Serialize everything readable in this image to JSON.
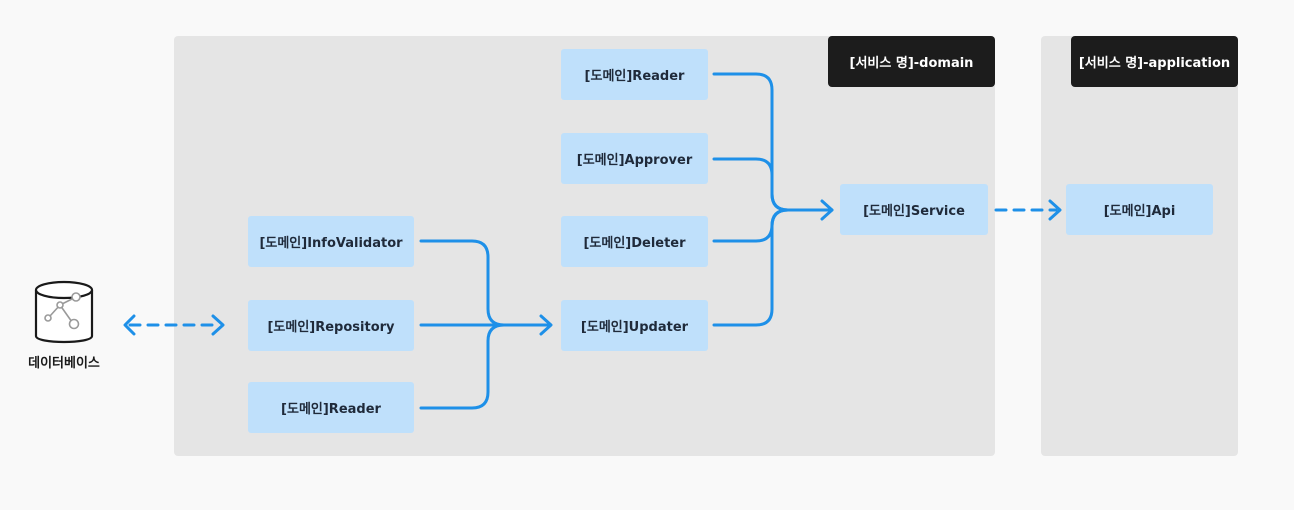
{
  "regions": {
    "domain_label": "[서비스 명]-domain",
    "application_label": "[서비스 명]-application"
  },
  "database": {
    "label": "데이터베이스",
    "icon": "database-icon"
  },
  "components": {
    "info_validator": "[도메인]InfoValidator",
    "repository": "[도메인]Repository",
    "reader_low": "[도메인]Reader",
    "reader_top": "[도메인]Reader",
    "approver": "[도메인]Approver",
    "deleter": "[도메인]Deleter",
    "updater": "[도메인]Updater",
    "service": "[도메인]Service",
    "api": "[도메인]Api"
  },
  "colors": {
    "box_fill": "#bfe0fb",
    "arrow": "#1e90e8",
    "region": "#e5e5e5",
    "tag": "#1c1c1c"
  }
}
